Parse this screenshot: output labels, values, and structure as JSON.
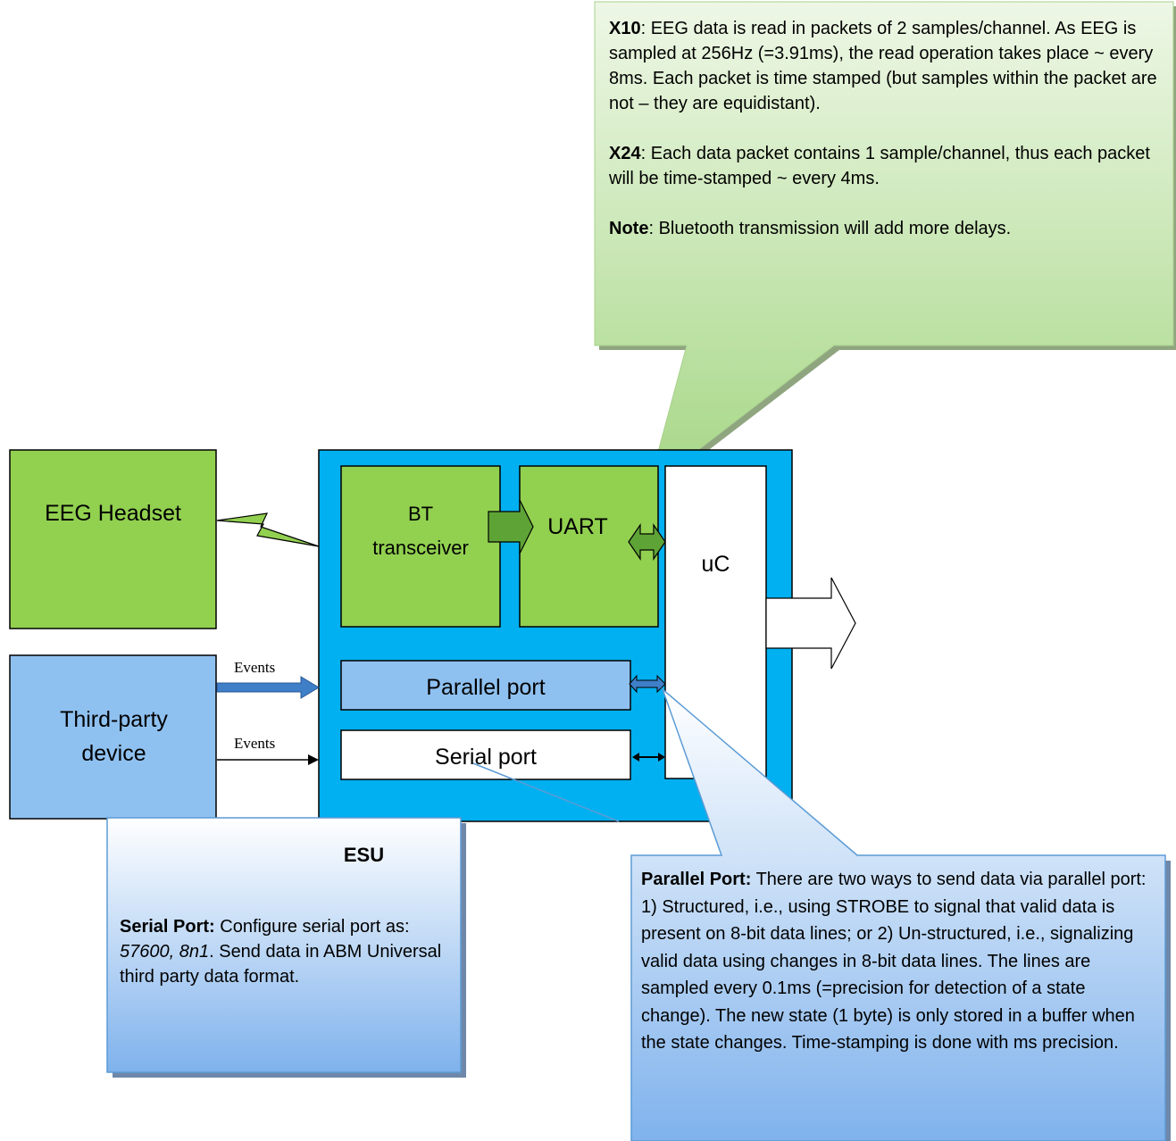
{
  "blocks": {
    "eeg_headset": "EEG Headset",
    "third_party": "Third-party device",
    "esu": "ESU",
    "bt_line1": "BT",
    "bt_line2": "transceiver",
    "uart": "UART",
    "uc": "uC",
    "parallel_port": "Parallel port",
    "serial_port": "Serial port"
  },
  "arrows": {
    "events_top": "Events",
    "events_bottom": "Events"
  },
  "callout_top": {
    "x10_label": "X10",
    "x10_text": ":  EEG data is read in packets of 2 samples/channel. As EEG is sampled at 256Hz (=3.91ms), the read operation takes place ~ every 8ms. Each packet is time stamped (but samples within the packet are not – they are equidistant).",
    "x24_label": "X24",
    "x24_text": ": Each data packet contains 1 sample/channel, thus each packet will be time-stamped ~ every 4ms.",
    "note_label": "Note",
    "note_text": ": Bluetooth transmission will add more delays."
  },
  "callout_serial": {
    "label": "Serial Port:",
    "text1": " Configure serial port as: ",
    "settings": "57600, 8n1",
    "text2": ".  Send data in ABM Universal third party data format."
  },
  "callout_parallel": {
    "label": "Parallel Port:",
    "text": " There are two ways to send data via parallel port: 1) Structured, i.e., using STROBE to signal that valid data is present on 8-bit data lines; or 2) Un-structured, i.e., signalizing valid data using changes in 8-bit data lines. The lines are sampled every 0.1ms (=precision for detection of a state change). The new state (1 byte) is only stored in a buffer when the state changes. Time-stamping is done with ms precision."
  },
  "colors": {
    "green_block": "#92d050",
    "esu_blue": "#00b0f0",
    "light_blue": "#8fc1f0",
    "callout_green_top": "#e6f3da",
    "callout_green_bottom": "#a8d88a",
    "callout_blue_top": "#ffffff",
    "callout_blue_bottom": "#84b6ee"
  }
}
